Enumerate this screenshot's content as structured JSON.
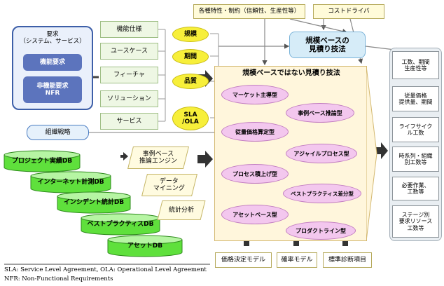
{
  "requirements": {
    "title": "要求\n（システム、サービス）",
    "functional": "機能要求",
    "nonfunctional": "非機能要求\nNFR"
  },
  "inputs": [
    "機能仕様",
    "ユースケース",
    "フィーチャ",
    "ソリューション",
    "サービス"
  ],
  "factors": [
    "規模",
    "期間",
    "品質",
    "SLA\n/OLA"
  ],
  "org_strategy": "組織戦略",
  "top": {
    "constraints": "各種特性・制約（信頼性、生産性等）",
    "cost_driver": "コストドライバ"
  },
  "scale_based": "規模ベースの\n見積り技法",
  "non_scale": {
    "title": "規模ベースではない見積り技法",
    "methods": [
      "マーケット主導型",
      "事例ベース推論型",
      "従量価格算定型",
      "アジャイルプロセス型",
      "プロセス積上げ型",
      "ベストプラクティス差分型",
      "アセットベース型",
      "プロダクトライン型"
    ]
  },
  "databases": [
    "プロジェクト実績DB",
    "インターネット計測DB",
    "インシデント統計DB",
    "ベストプラクティスDB",
    "アセットDB"
  ],
  "techniques": [
    "事例ベース\n推論エンジン",
    "データ\nマイニング",
    "統計分析"
  ],
  "outputs": [
    "工数、期間\n生産性等",
    "従量価格\n提供量、期間",
    "ライフサイク\nル工数",
    "時系列・組織\n別工数等",
    "必要作業、\n工数等",
    "ステージ別\n要求リソース\n工数等"
  ],
  "bottom_models": [
    "価格決定モデル",
    "確率モデル",
    "標準診断項目"
  ],
  "footnotes": [
    "SLA: Service Level Agreement, OLA: Operational Level Agreement",
    "NFR: Non-Functional Requirements"
  ],
  "colors": {
    "pink": "#f3c7ee",
    "yellow": "#f7ef3a",
    "green_db": "#5fe03c",
    "blue_border": "#3d5fa8"
  }
}
